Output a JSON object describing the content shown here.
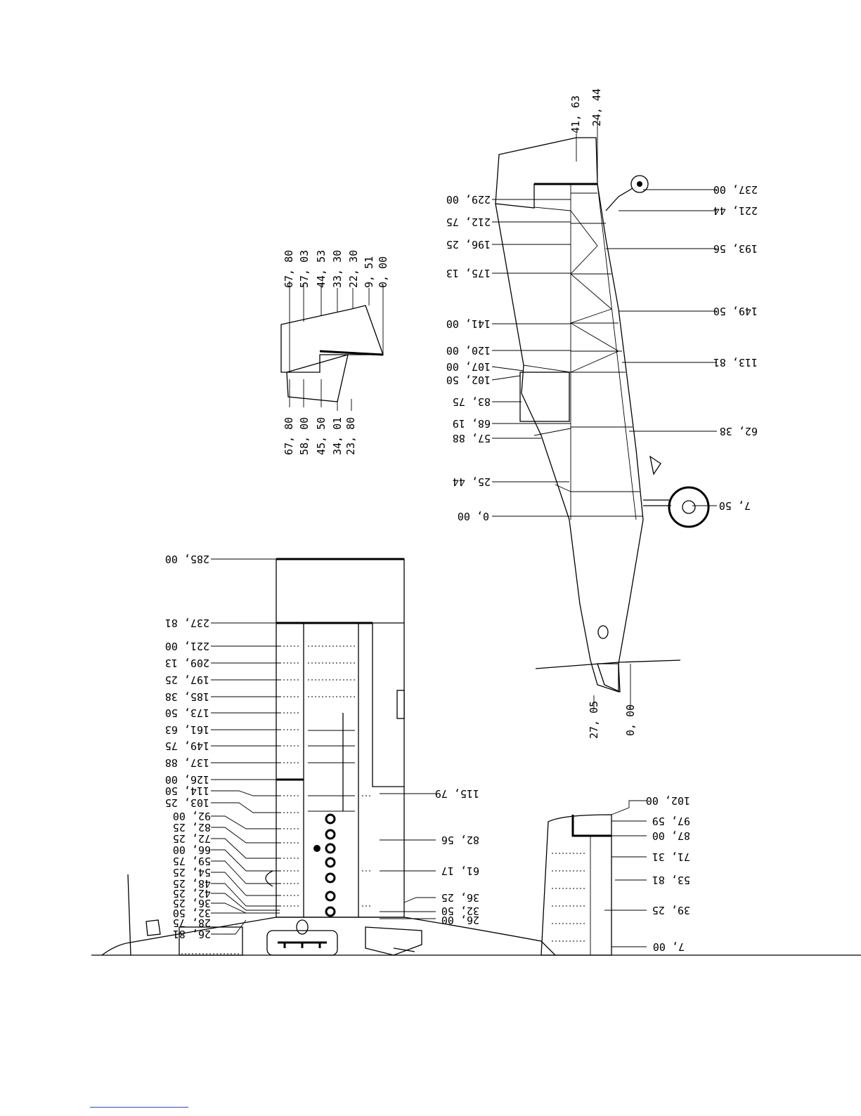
{
  "side_view": {
    "right_labels": [
      "237, 00",
      "221, 44",
      "193, 56",
      "149, 50",
      "113, 81",
      "62, 38",
      "7, 50"
    ],
    "left_labels": [
      "229, 00",
      "212, 75",
      "196, 25",
      "175, 13",
      "141, 00",
      "120, 00",
      "107, 00",
      "102, 50",
      "83, 75",
      "68, 19",
      "57, 88",
      "25, 44",
      "0, 00"
    ],
    "top_labels": [
      "41, 63",
      "24, 44"
    ],
    "bottom_labels": [
      "27, 05",
      "0, 00"
    ]
  },
  "fin_view": {
    "top_labels": [
      "67, 80",
      "57, 03",
      "44, 53",
      "33, 30",
      "22, 30",
      "9, 51",
      "0, 00"
    ],
    "bottom_labels": [
      "67, 80",
      "58, 00",
      "45, 50",
      "34, 01",
      "23, 80"
    ]
  },
  "wing_view": {
    "left_labels": [
      "285, 00",
      "237, 81",
      "221, 00",
      "209, 13",
      "197, 25",
      "185, 38",
      "173, 50",
      "161, 63",
      "149, 75",
      "137, 88",
      "126, 00",
      "114, 50",
      "103, 25",
      "92, 00",
      "82, 25",
      "72, 25",
      "66, 00",
      "59, 75",
      "54, 25",
      "48, 25",
      "42, 25",
      "36, 25",
      "32, 50",
      "28, 75",
      "26, 81"
    ],
    "right_labels": [
      "115, 79",
      "82, 56",
      "61, 17",
      "36, 25",
      "32, 50",
      "26, 00"
    ]
  },
  "stab_view": {
    "right_labels": [
      "102, 00",
      "97, 59",
      "87, 00",
      "71, 31",
      "53, 81",
      "39, 25",
      "7, 00"
    ]
  }
}
